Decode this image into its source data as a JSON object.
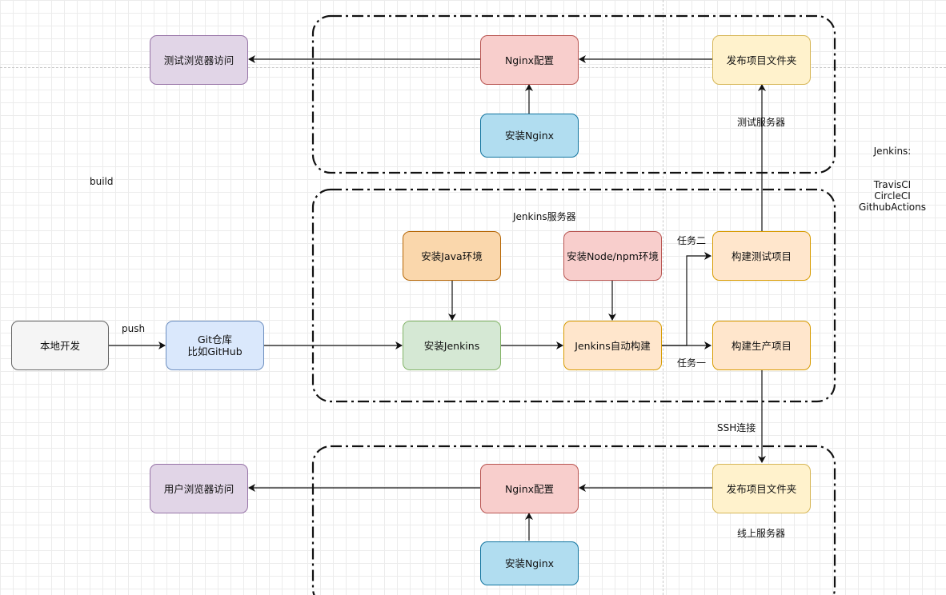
{
  "nodes": {
    "local_dev": "本地开发",
    "git_repo": "Git仓库\n比如GitHub",
    "install_java": "安装Java环境",
    "install_jenkins": "安装Jenkins",
    "install_node": "安装Node/npm环境",
    "jenkins_build": "Jenkins自动构建",
    "build_test": "构建测试项目",
    "build_prod": "构建生产项目",
    "test_publish": "发布项目文件夹",
    "test_nginx_conf": "Nginx配置",
    "test_install_nginx": "安装Nginx",
    "test_browser": "测试浏览器访问",
    "prod_publish": "发布项目文件夹",
    "prod_nginx_conf": "Nginx配置",
    "prod_install_nginx": "安装Nginx",
    "user_browser": "用户浏览器访问"
  },
  "labels": {
    "build": "build",
    "push": "push",
    "jenkins_server": "Jenkins服务器",
    "task_two": "任务二",
    "task_one": "任务一",
    "test_server": "测试服务器",
    "ssh": "SSH连接",
    "prod_server": "线上服务器"
  },
  "ci_tools": {
    "title": "Jenkins:",
    "items": [
      "TravisCI",
      "CircleCI",
      "GithubActions"
    ]
  },
  "colors": {
    "gray": "#f5f5f5",
    "blue": "#dae8fc",
    "green": "#d5e8d4",
    "orange": "#fad7ac",
    "red": "#f8cecc",
    "yellow": "#fff2cc",
    "light_orange": "#ffe6cc",
    "purple": "#e1d5e7",
    "cyan": "#b1ddf0"
  }
}
